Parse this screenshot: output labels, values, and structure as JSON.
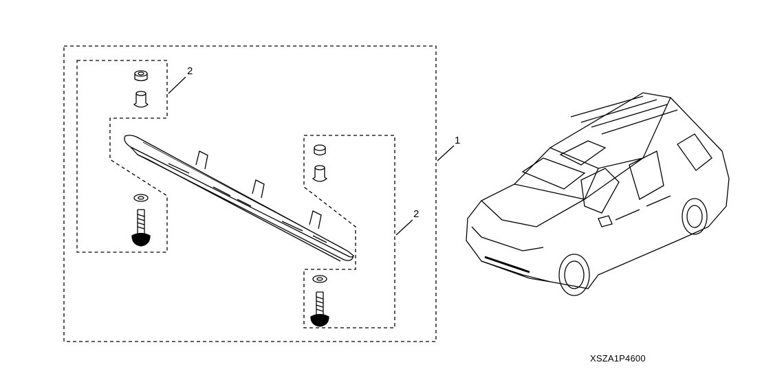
{
  "diagram": {
    "callouts": [
      {
        "number": "1",
        "part": "running-board-kit"
      },
      {
        "number": "2",
        "part": "hardware-set-front"
      },
      {
        "number": "2",
        "part": "hardware-set-rear"
      }
    ],
    "drawing_code": "XSZA1P4600"
  }
}
